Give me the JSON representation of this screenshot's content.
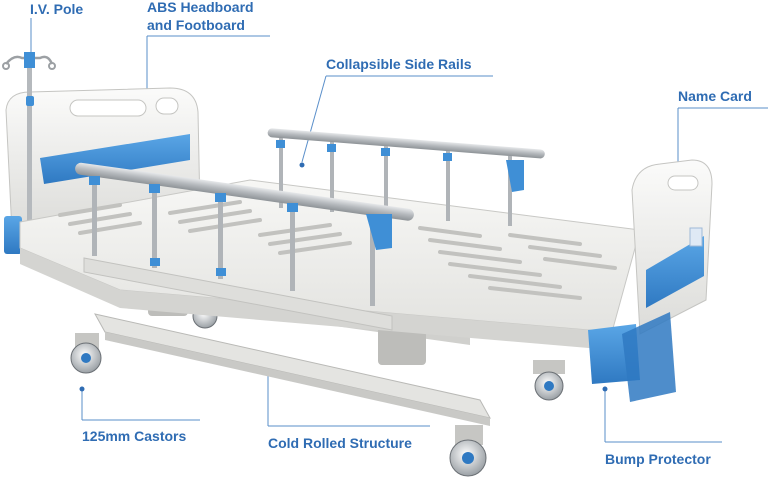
{
  "labels": {
    "iv_pole": "I.V. Pole",
    "abs_headboard_line1": "ABS Headboard",
    "abs_headboard_line2": "and Footboard",
    "collapsible_side_rails": "Collapsible Side Rails",
    "name_card": "Name Card",
    "castors": "125mm Castors",
    "cold_rolled_structure": "Cold Rolled Structure",
    "bump_protector": "Bump Protector"
  },
  "colors": {
    "label_text": "#2f6cb3",
    "accent_blue": "#3f8fd6",
    "frame_gray": "#d9d9d6",
    "panel_white": "#f4f4f2",
    "rail_metal": "#b9bcbf",
    "leader_line": "#5a8fca"
  }
}
